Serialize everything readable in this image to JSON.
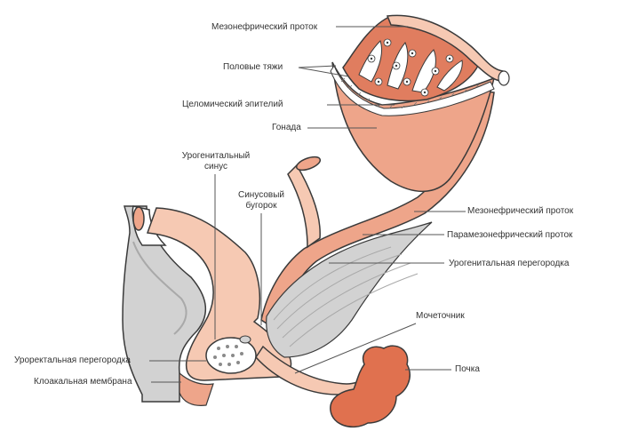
{
  "labels": {
    "mesonephric_duct_top": "Мезонефрический проток",
    "sex_cords": "Половые тяжи",
    "coelomic_epithelium": "Целомический эпителий",
    "gonad": "Гонада",
    "urogenital_sinus_line1": "Урогенитальный",
    "urogenital_sinus_line2": "синус",
    "sinus_tubercle_line1": "Синусовый",
    "sinus_tubercle_line2": "бугорок",
    "mesonephric_duct_right": "Мезонефрический проток",
    "paramesonephric_duct": "Парамезонефрический проток",
    "urogenital_septum": "Урогенитальная перегородка",
    "ureter": "Мочеточник",
    "kidney": "Почка",
    "urorectal_septum": "Уроректальная перегородка",
    "cloacal_membrane": "Клоакальная мембрана"
  },
  "colors": {
    "tissue_light": "#f6c9b3",
    "tissue_mid": "#eea58a",
    "tissue_dark": "#e07d5f",
    "kidney": "#e0714f",
    "gray_tissue": "#d2d2d2",
    "gray_dark": "#a9a9a9",
    "outline": "#3a3a3a",
    "leader_line": "#555555"
  }
}
